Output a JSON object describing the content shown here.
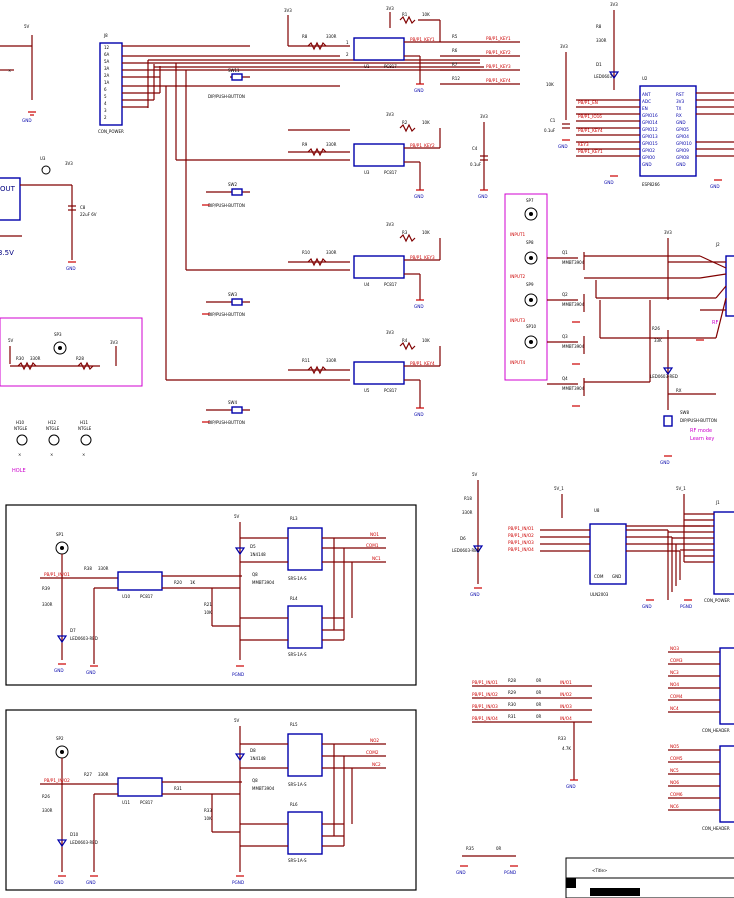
{
  "labels": {
    "j8": "J8",
    "j8_name": "CON_POWER",
    "j8_pins": [
      "12",
      "6A",
      "5A",
      "3A",
      "2A",
      "1A",
      "6",
      "5",
      "4",
      "3",
      "2",
      "1"
    ],
    "reg_out": "OUT",
    "u_pwr": "3.5V",
    "buttons": [
      "SW11",
      "SW2",
      "SW3",
      "SW4"
    ],
    "button_type": "DIP/PUSH-BUTTON",
    "opto": [
      "U1",
      "U3",
      "U4",
      "U5"
    ],
    "opto_type": "PC817",
    "key_nets": [
      "PB/P1_KEY1",
      "PB/P1_KEY2",
      "PB/P1_KEY3",
      "PB/P1_KEY4"
    ],
    "r_330": "330R",
    "r_10k": "10K",
    "u2": "U2",
    "u2_name": "ESP8266",
    "u2_left": [
      "ANT",
      "ADC",
      "EN",
      "GPIO16",
      "GPIO14",
      "GPIO12",
      "GPIO13",
      "GPIO15",
      "GPIO2",
      "GPIO0",
      "GND"
    ],
    "u2_right": [
      "RST",
      "3V3",
      "TX",
      "RX",
      "GND",
      "GPIO5",
      "GPIO4",
      "GPIO10",
      "GPIO9",
      "GPIO8",
      "GND"
    ],
    "inputs": [
      "INPUT1",
      "INPUT2",
      "INPUT3",
      "INPUT4"
    ],
    "transistors": [
      "Q1",
      "Q2",
      "Q3",
      "Q4"
    ],
    "transistor_type": "MMBT3904",
    "rf_label": "RF  mode",
    "rf_label2": "Learn  key",
    "pink_section": "HOLE",
    "u8": "U8",
    "u8_name": "ULN2003",
    "j1": "J1",
    "j1_name": "CON_POWER",
    "relay": [
      "RL3",
      "RL4",
      "RL5",
      "RL6"
    ],
    "relay_type": "SRS-1A-S",
    "relay_nets": [
      "NO1",
      "COM1",
      "NC1",
      "NO2",
      "COM2",
      "NC2"
    ],
    "relay_in": [
      "PB/P1_IN/O1",
      "PB/P1_IN/O2"
    ],
    "out_nets": [
      "PB/P1_IN/O1",
      "PB/P1_IN/O2",
      "PB/P1_IN/O3",
      "PB/P1_IN/O4"
    ],
    "out_short": [
      "IN/O1",
      "IN/O2",
      "IN/O3",
      "IN/O4"
    ],
    "vcc": "3V3",
    "v5": "5V",
    "gnd": "GND",
    "pgnd": "PGND",
    "con_header": "CON_HEADER",
    "hdr_nets_top": [
      "NO3",
      "COM3",
      "NC3",
      "NO4",
      "COM4",
      "NC4"
    ],
    "hdr_nets_bot": [
      "NO5",
      "COM5",
      "NC5",
      "NO6",
      "COM6",
      "NC6"
    ],
    "title_block": "<Title>"
  },
  "colors": {
    "wire": "#800000",
    "part": "#0000aa",
    "net": "#cc0000",
    "frame": "#000000",
    "accent": "#d000d0"
  }
}
